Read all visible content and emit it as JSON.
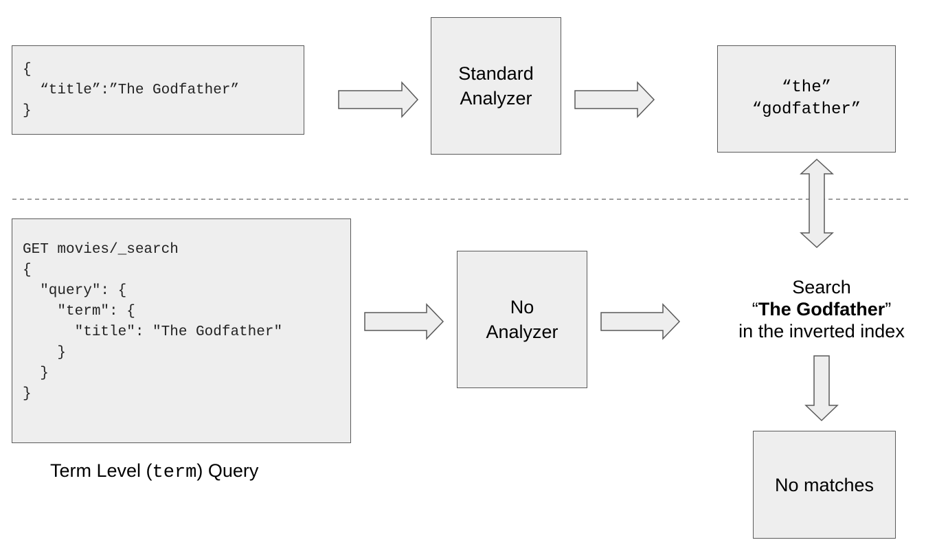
{
  "document_box": {
    "lines": [
      "{",
      "  “title”:”The Godfather”",
      "}"
    ]
  },
  "standard_analyzer": {
    "line1": "Standard",
    "line2": "Analyzer"
  },
  "tokens": {
    "token1": "“the”",
    "token2": "“godfather”"
  },
  "query_box": {
    "lines": [
      "GET movies/_search",
      "{",
      "  \"query\": {",
      "    \"term\": {",
      "      \"title\": \"The Godfather\"",
      "    }",
      "  }",
      "}"
    ]
  },
  "no_analyzer": {
    "line1": "No",
    "line2": "Analyzer"
  },
  "search": {
    "line1": "Search",
    "open_quote": "“",
    "term": "The Godfather",
    "close_quote": "”",
    "line3": "in the inverted index"
  },
  "result": {
    "label": "No matches"
  },
  "caption": {
    "prefix": "Term  Level (",
    "code": "term",
    "suffix": ") Query"
  },
  "colors": {
    "box_fill": "#eeeeee",
    "box_border": "#595959",
    "divider": "#7f7f7f"
  }
}
